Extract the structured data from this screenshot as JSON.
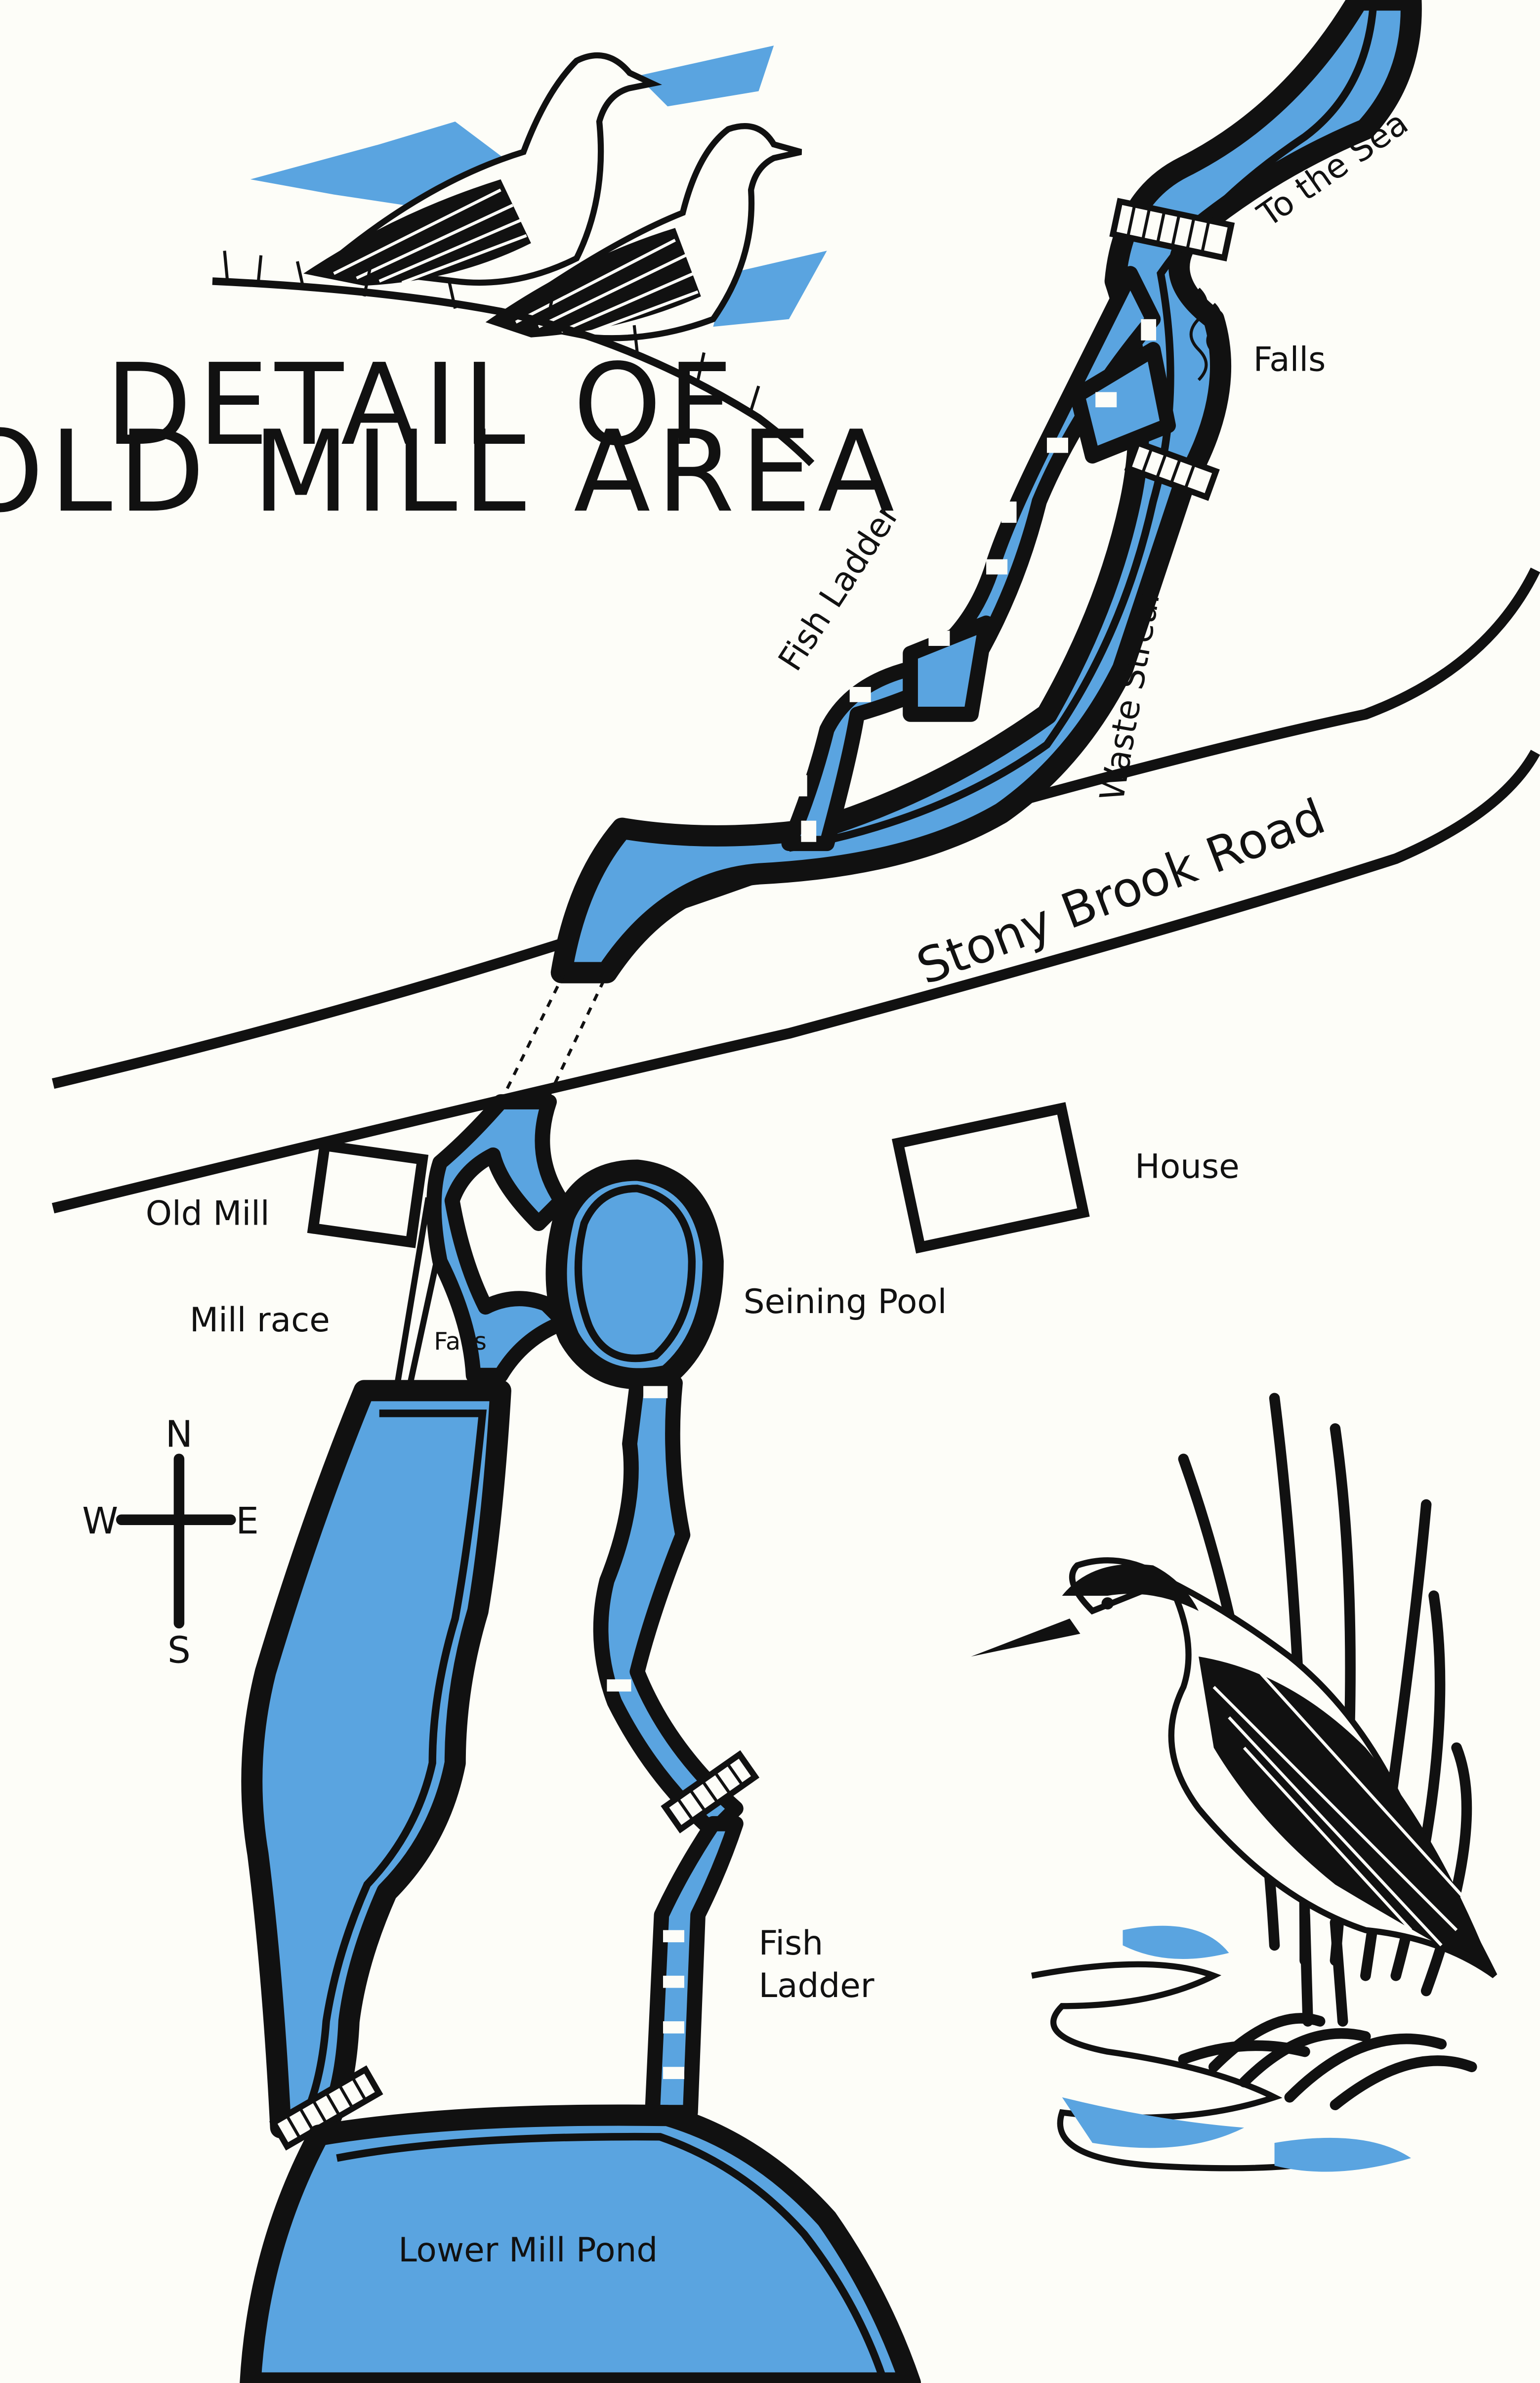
{
  "title": {
    "line1": "DETAIL OF",
    "line2": "OLD MILL AREA"
  },
  "labels": {
    "to_the_sea": "To the Sea",
    "falls_upper": "Falls",
    "fish_ladder_upper": "Fish Ladder",
    "waste_stream": "Waste Stream",
    "road": "Stony Brook Road",
    "house": "House",
    "old_mill": "Old Mill",
    "mill_race": "Mill race",
    "falls_lower": "Falls",
    "seining_pool": "Seining Pool",
    "fish_ladder_lower_1": "Fish",
    "fish_ladder_lower_2": "Ladder",
    "lower_mill_pond": "Lower Mill Pond"
  },
  "compass": {
    "n": "N",
    "s": "S",
    "e": "E",
    "w": "W"
  },
  "colors": {
    "water": "#5aa4e0",
    "ink": "#111111",
    "paper": "#fdfdf8"
  },
  "illustrations": [
    "seagulls",
    "night-heron"
  ]
}
